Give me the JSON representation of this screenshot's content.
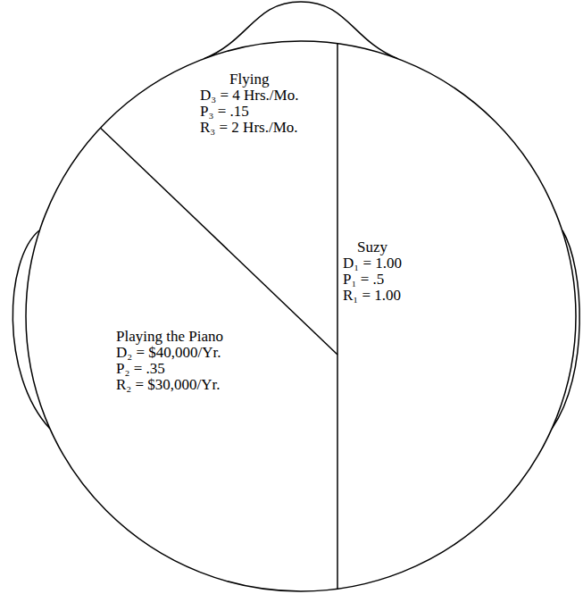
{
  "diagram": {
    "nodes": [
      {
        "text": [
          "Flying",
          "D₃ = 4 Hrs./Mo.",
          "P₃ = .15",
          "R₃ = 2 Hrs./Mo."
        ]
      },
      {
        "text": [
          "Suzy",
          "D₁ = 1.00",
          "P₁ = .5",
          "R₁ = 1.00"
        ]
      },
      {
        "text": [
          "Playing the Piano",
          "D₂ = $40,000/Yr.",
          "P₂ = .35",
          "R₂ = $30,000/Yr."
        ]
      }
    ]
  }
}
